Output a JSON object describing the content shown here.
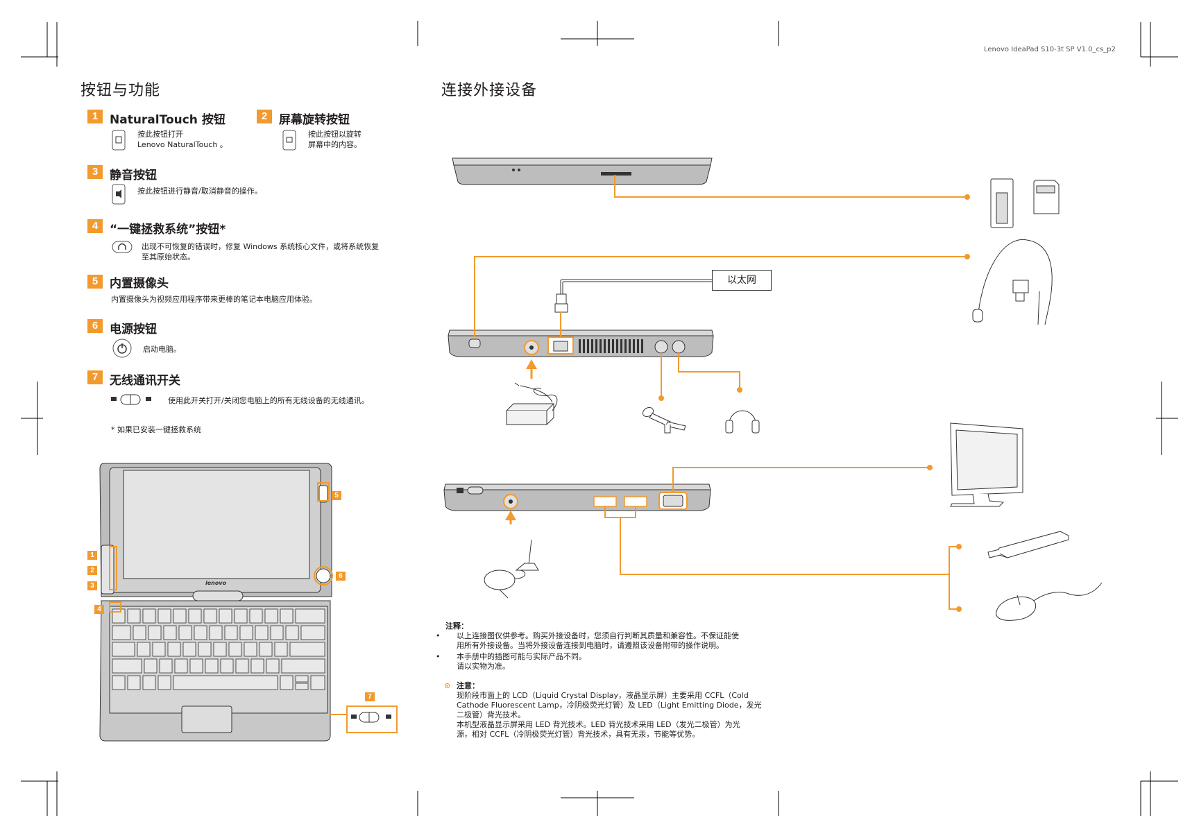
{
  "header": {
    "doc_code": "Lenovo IdeaPad S10-3t SP V1.0_cs_p2"
  },
  "left": {
    "title": "按钮与功能",
    "items": [
      {
        "num": "1",
        "title": "NaturalTouch  按钮",
        "desc1": "按此按钮打开",
        "desc2": "Lenovo NaturalTouch 。"
      },
      {
        "num": "2",
        "title": "屏幕旋转按钮",
        "desc1": "按此按钮以旋转",
        "desc2": "屏幕中的内容。"
      },
      {
        "num": "3",
        "title": "静音按钮",
        "desc1": "按此按钮进行静音/取消静音的操作。"
      },
      {
        "num": "4",
        "title": "“一键拯救系统”按钮*",
        "desc1": "出现不可恢复的错误时，修复 Windows 系统核心文件，或将系统恢复",
        "desc2": "至其原始状态。"
      },
      {
        "num": "5",
        "title": "内置摄像头",
        "desc1": "内置摄像头为视频应用程序带来更棒的笔记本电脑应用体验。"
      },
      {
        "num": "6",
        "title": "电源按钮",
        "desc1": "启动电脑。"
      },
      {
        "num": "7",
        "title": "无线通讯开关",
        "desc1": "使用此开关打开/关闭您电脑上的所有无线设备的无线通讯。"
      }
    ],
    "footnote": "* 如果已安装一键拯救系统",
    "diagram_labels": [
      "1",
      "2",
      "3",
      "4",
      "5",
      "6",
      "7"
    ],
    "laptop_brand": "lenovo"
  },
  "right": {
    "title": "连接外接设备",
    "ethernet_label": "以太网",
    "notes": {
      "heading": "注释：",
      "bullets": [
        {
          "l1": "以上连接图仅供参考。购买外接设备时，您须自行判断其质量和兼容性。不保证能使",
          "l2": "用所有外接设备。当将外接设备连接到电脑时，请遵照该设备附带的操作说明。"
        },
        {
          "l1": "本手册中的插图可能与实际产品不同。",
          "l2": "请以实物为准。"
        }
      ],
      "attention_heading": "注意：",
      "attention_lines": [
        "现阶段市面上的 LCD（Liquid Crystal Display，液晶显示屏）主要采用 CCFL（Cold",
        "Cathode Fluorescent Lamp，冷阴极荧光灯管）及 LED（Light Emitting Diode，发光",
        "二极管）背光技术。",
        "本机型液晶显示屏采用 LED 背光技术。LED 背光技术采用 LED（发光二极管）为光",
        "源，相对 CCFL（冷阴极荧光灯管）背光技术，具有无汞，节能等优势。"
      ]
    }
  },
  "colors": {
    "accent": "#f29a2e",
    "text": "#231f20"
  }
}
